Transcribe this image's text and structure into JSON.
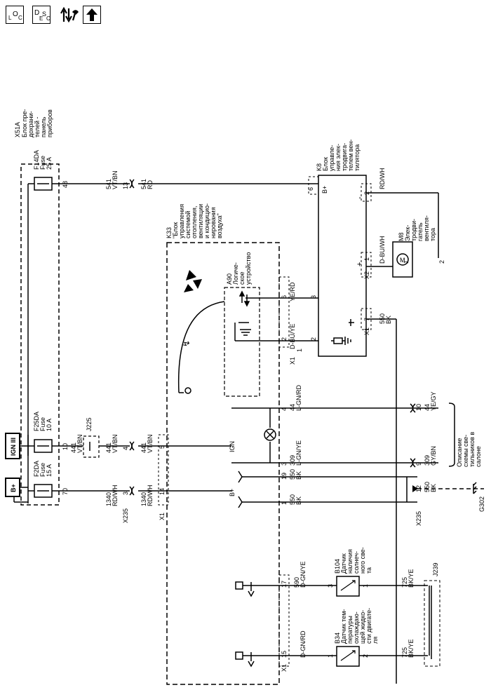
{
  "toolbar": {
    "loc": {
      "a": "L",
      "b": "O",
      "c": "C"
    },
    "desc": {
      "a": "D",
      "b": "E",
      "c": "S",
      "d": "C"
    }
  },
  "labels": {
    "x51a": "X51A",
    "x51a_desc": [
      "Блок пре-",
      "дохрани-",
      "телей -",
      "панель",
      "приборов"
    ],
    "b_plus_box": "B+",
    "ign_box": "IGN III",
    "f2da": [
      "F2DA",
      "Fuse",
      "15 A"
    ],
    "f25da": [
      "F25DA",
      "Fuse",
      "10 A"
    ],
    "f14da": [
      "F14DA",
      "Fuse",
      "25 A"
    ],
    "pin70": "70",
    "pin10": "10",
    "pin48": "48",
    "w1340a": [
      "1340",
      "RD/WH"
    ],
    "w441a": [
      "441",
      "VT/BN"
    ],
    "w541a": [
      "541",
      "VT/BN"
    ],
    "w441b": [
      "441",
      "VT/BN"
    ],
    "w541b": [
      "541",
      "RD"
    ],
    "w1340b": [
      "1340",
      "RD/WH"
    ],
    "w441c": [
      "441",
      "VT/BN"
    ],
    "j225": "J225",
    "x235": "X235",
    "x235b": "X235",
    "pin3a": "3",
    "pin4a": "4",
    "pin13": "13",
    "x1": "X1",
    "pin14": "14",
    "pin5": "5",
    "pin6a": "6",
    "k33": [
      "K33",
      "\"Блок",
      "управления",
      "системой",
      "отопления,",
      "вентиляции",
      "и кондицио-",
      "нирования",
      "воздуха\""
    ],
    "a90": [
      "A90",
      "Логиче-",
      "ское",
      "устройство"
    ],
    "bplus_k33": "B+",
    "ign_k33": "IGN",
    "k8": [
      "K8",
      "Блок",
      "управле-",
      "ния элек-",
      "тродвига-",
      "телем вен-",
      "тилятора"
    ],
    "bplus_k8": "B+",
    "minus_k8": "-",
    "plus_k8": "+",
    "pin6b": "6",
    "pin2a": "2",
    "pin1a": "1",
    "pin3b": "3",
    "pin2b": "2",
    "pin7": "7",
    "x2": "X2",
    "x1b": "X1",
    "x1c": "X1",
    "x1d": "X1",
    "rdwh": "RD/WH",
    "dbuwh": "D-BU/WH",
    "m8": [
      "M8",
      "Элек-",
      "тродви-",
      "гатель",
      "вентиля-",
      "тора"
    ],
    "m8_pin1": "1",
    "m8_pin2": "2",
    "yerd": "YE/RD",
    "dbuye": "D-BU/YE",
    "w550a": [
      "550",
      "BK"
    ],
    "w44a": [
      "44",
      "L-GN/RD"
    ],
    "w44b": [
      "44",
      "YE/GY"
    ],
    "w309a": [
      "309",
      "L-GN/YE"
    ],
    "w309b": [
      "309",
      "GY/BN"
    ],
    "pin10b": "10",
    "pin9": "9",
    "pin4b": "4",
    "pin3c": "3",
    "desc_light": [
      "Описание",
      "схемы све-",
      "тильников в",
      "салоне"
    ],
    "w550b": [
      "550",
      "BK"
    ],
    "w550c": [
      "550",
      "BK"
    ],
    "w550d": [
      "550",
      "BK"
    ],
    "pin19": "19",
    "pin1b": "1",
    "pin12": "12",
    "g302": "G302",
    "b104": [
      "B104",
      "Датчик",
      "наличия",
      "солнеч-",
      "ного све-",
      "та"
    ],
    "b34": [
      "B34",
      "Датчик тем-",
      "пературы",
      "охлаждаю-",
      "щей жидко-",
      "сти двигате-",
      "ля"
    ],
    "w590": [
      "590",
      "D-GN/YE"
    ],
    "dgnrd": "D-GN/RD",
    "w725a": [
      "725",
      "BK/YE"
    ],
    "w725b": [
      "725",
      "BK/YE"
    ],
    "j239": "J239",
    "pin17": "17",
    "pin15": "15",
    "pin3d": "3",
    "pin1c": "1",
    "pin2c": "2",
    "pin1d": "1"
  }
}
